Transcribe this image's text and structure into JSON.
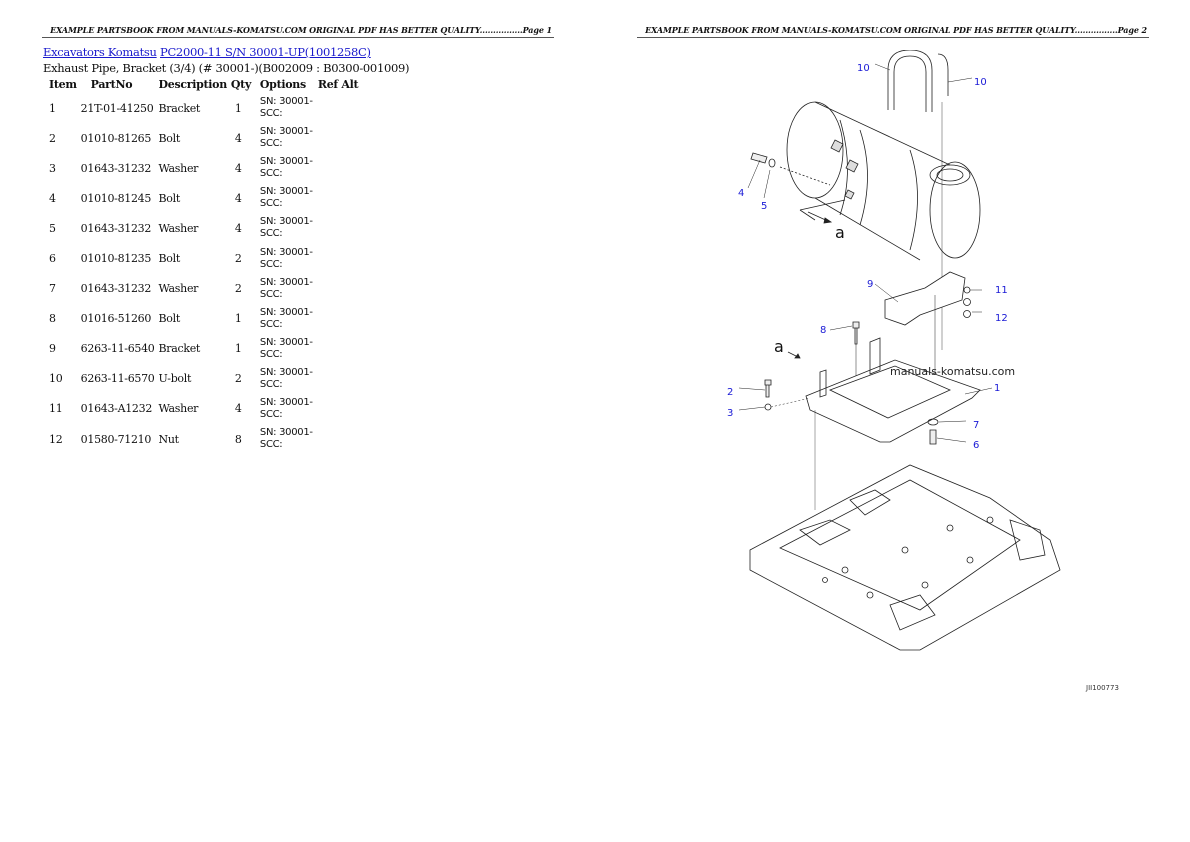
{
  "pages": [
    {
      "header": "EXAMPLE PARTSBOOK FROM MANUALS-KOMATSU.COM ORIGINAL PDF HAS BETTER QUALITY................Page 1"
    },
    {
      "header": "EXAMPLE PARTSBOOK FROM MANUALS-KOMATSU.COM ORIGINAL PDF HAS BETTER QUALITY................Page 2"
    }
  ],
  "breadcrumb": {
    "category_link": "Excavators Komatsu",
    "model_link": "PC2000-11 S/N 30001-UP(1001258C)"
  },
  "subtitle": "Exhaust Pipe, Bracket (3/4) (# 30001-)(B002009 : B0300-001009)",
  "table": {
    "columns": [
      "Item",
      "PartNo",
      "Description",
      "Qty",
      "Options",
      "Ref Alt"
    ],
    "rows": [
      {
        "item": "1",
        "partno": "21T-01-41250",
        "description": "Bracket",
        "qty": "1",
        "options_line1": "SN: 30001-",
        "options_line2": "SCC:"
      },
      {
        "item": "2",
        "partno": "01010-81265",
        "description": "Bolt",
        "qty": "4",
        "options_line1": "SN: 30001-",
        "options_line2": "SCC:"
      },
      {
        "item": "3",
        "partno": "01643-31232",
        "description": "Washer",
        "qty": "4",
        "options_line1": "SN: 30001-",
        "options_line2": "SCC:"
      },
      {
        "item": "4",
        "partno": "01010-81245",
        "description": "Bolt",
        "qty": "4",
        "options_line1": "SN: 30001-",
        "options_line2": "SCC:"
      },
      {
        "item": "5",
        "partno": "01643-31232",
        "description": "Washer",
        "qty": "4",
        "options_line1": "SN: 30001-",
        "options_line2": "SCC:"
      },
      {
        "item": "6",
        "partno": "01010-81235",
        "description": "Bolt",
        "qty": "2",
        "options_line1": "SN: 30001-",
        "options_line2": "SCC:"
      },
      {
        "item": "7",
        "partno": "01643-31232",
        "description": "Washer",
        "qty": "2",
        "options_line1": "SN: 30001-",
        "options_line2": "SCC:"
      },
      {
        "item": "8",
        "partno": "01016-51260",
        "description": "Bolt",
        "qty": "1",
        "options_line1": "SN: 30001-",
        "options_line2": "SCC:"
      },
      {
        "item": "9",
        "partno": "6263-11-6540",
        "description": "Bracket",
        "qty": "1",
        "options_line1": "SN: 30001-",
        "options_line2": "SCC:"
      },
      {
        "item": "10",
        "partno": "6263-11-6570",
        "description": "U-bolt",
        "qty": "2",
        "options_line1": "SN: 30001-",
        "options_line2": "SCC:"
      },
      {
        "item": "11",
        "partno": "01643-A1232",
        "description": "Washer",
        "qty": "4",
        "options_line1": "SN: 30001-",
        "options_line2": "SCC:"
      },
      {
        "item": "12",
        "partno": "01580-71210",
        "description": "Nut",
        "qty": "8",
        "options_line1": "SN: 30001-",
        "options_line2": "SCC:"
      }
    ]
  },
  "diagram": {
    "watermark": "manuals-komatsu.com",
    "figure_id": "JII100773",
    "view_marker": "a",
    "callouts": [
      "10",
      "10",
      "4",
      "5",
      "9",
      "11",
      "12",
      "8",
      "1",
      "2",
      "3",
      "7",
      "6"
    ],
    "callout_color": "#1a1ad6"
  },
  "colors": {
    "link": "#1a1acc",
    "text": "#111111"
  }
}
